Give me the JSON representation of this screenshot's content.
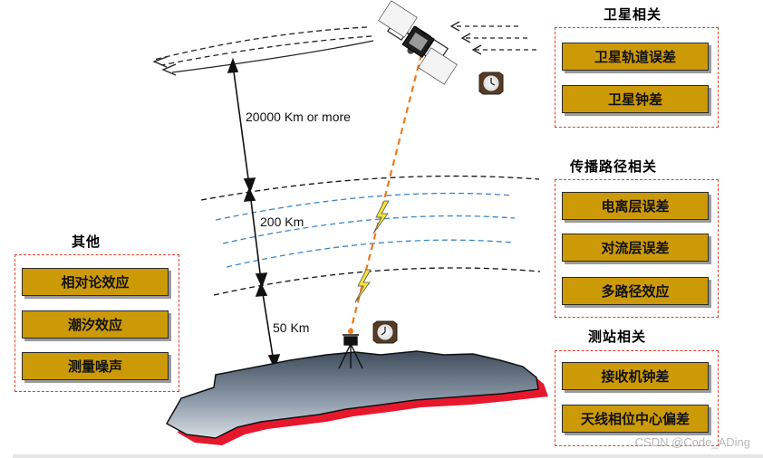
{
  "groups": {
    "satellite": {
      "title": "卫星相关",
      "items": [
        "卫星轨道误差",
        "卫星钟差"
      ]
    },
    "propagation": {
      "title": "传播路径相关",
      "items": [
        "电离层误差",
        "对流层误差",
        "多路径效应"
      ]
    },
    "station": {
      "title": "测站相关",
      "items": [
        "接收机钟差",
        "天线相位中心偏差"
      ]
    },
    "other": {
      "title": "其他",
      "items": [
        "相对论效应",
        "潮汐效应",
        "测量噪声"
      ]
    }
  },
  "distances": {
    "orbit": "20000 Km or more",
    "ionosphere": "200 Km",
    "troposphere": "50 Km"
  },
  "watermark": "CSDN @Code_ADing",
  "colors": {
    "item_fill": "#cc9a06",
    "box_border": "#e2402a",
    "signal": "#f07a1a",
    "ground_shadow": "#e8182c"
  },
  "icons": [
    "satellite-icon",
    "clock-icon",
    "receiver-antenna-icon",
    "lightning-icon"
  ]
}
